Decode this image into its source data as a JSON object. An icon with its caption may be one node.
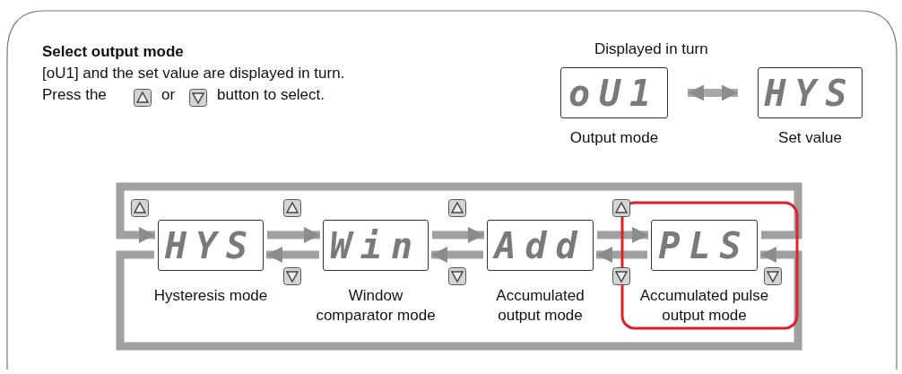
{
  "diagram": {
    "title": "Select output mode",
    "nodes": [
      {
        "text": [
          "oU1"
        ],
        "beside": [
          "Output mode"
        ]
      },
      {
        "text": [
          "HYS"
        ],
        "beside": [
          "Set value"
        ]
      },
      {
        "text": [
          "HYS"
        ],
        "beside": [
          "Hysteresis mode"
        ]
      },
      {
        "text": [
          "Win"
        ],
        "beside": [
          "Window comparator mode"
        ]
      },
      {
        "text": [
          "Add"
        ],
        "beside": [
          "Accumulated output mode"
        ]
      },
      {
        "text": [
          "PLS"
        ],
        "beside": [
          "Accumulated pulse output mode"
        ]
      }
    ],
    "edges": [
      {
        "from": 0,
        "to": 1,
        "arrow": "both"
      },
      {
        "from": 2,
        "to": 3,
        "arrow": "to"
      },
      {
        "from": 3,
        "to": 2,
        "arrow": "to"
      },
      {
        "from": 3,
        "to": 4,
        "arrow": "to"
      },
      {
        "from": 4,
        "to": 3,
        "arrow": "to"
      },
      {
        "from": 4,
        "to": 5,
        "arrow": "to"
      },
      {
        "from": 5,
        "to": 4,
        "arrow": "to"
      },
      {
        "from": 5,
        "to": 2,
        "arrow": "to"
      },
      {
        "from": 2,
        "to": 5,
        "arrow": "to"
      }
    ],
    "labels": [
      "[oU1] and the set value are displayed in turn.",
      "Press the",
      "or",
      "button to select.",
      "Displayed in turn"
    ]
  }
}
